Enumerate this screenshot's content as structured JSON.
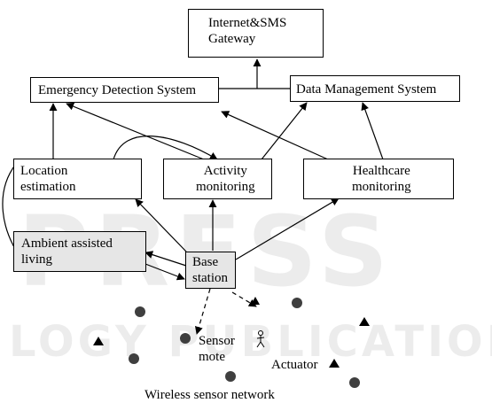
{
  "nodes": {
    "gateway": "Internet&SMS\nGateway",
    "emergency": "Emergency Detection System",
    "data_mgmt": "Data Management System",
    "location": "Location\nestimation",
    "activity": "Activity\nmonitoring",
    "healthcare": "Healthcare\nmonitoring",
    "ambient": "Ambient assisted\nliving",
    "base": "Base\nstation"
  },
  "labels": {
    "sensor_mote": "Sensor\nmote",
    "actuator": "Actuator",
    "network": "Wireless sensor network"
  },
  "watermark": {
    "big": "PRESS",
    "small": "LOGY PUBLICATIONS"
  },
  "colors": {
    "stroke": "#000000",
    "sensor": "#3f3f3f",
    "shaded_box": "#e6e6e6"
  },
  "icons": [
    "sensor-mote-dot",
    "actuator-triangle",
    "person-icon"
  ]
}
